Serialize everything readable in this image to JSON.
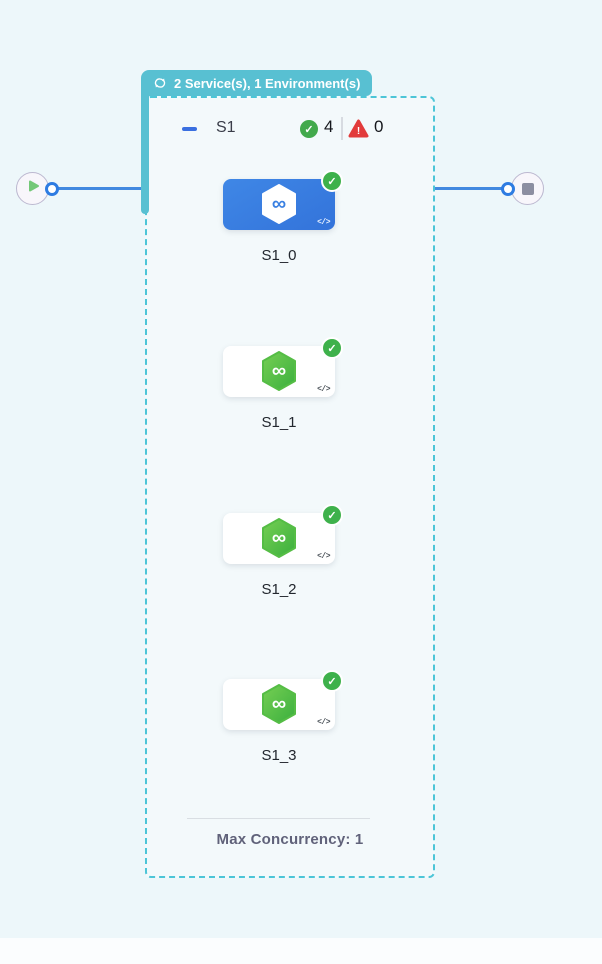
{
  "header_badge": {
    "label": "2 Service(s), 1 Environment(s)"
  },
  "stage_header": {
    "name": "S1",
    "success_count": "4",
    "failure_count": "0"
  },
  "nodes": [
    {
      "label": "S1_0",
      "status": "success",
      "selected": true
    },
    {
      "label": "S1_1",
      "status": "success",
      "selected": false
    },
    {
      "label": "S1_2",
      "status": "success",
      "selected": false
    },
    {
      "label": "S1_3",
      "status": "success",
      "selected": false
    }
  ],
  "footer": {
    "max_concurrency_label": "Max Concurrency: 1"
  },
  "icons": {
    "check_glyph": "✓",
    "warning_glyph": "!",
    "code_glyph": "</>",
    "infinity_glyph": "∞"
  },
  "colors": {
    "page_background": "#edf7fa",
    "accent_teal": "#58c0d2",
    "dashed_border": "#4cc5d7",
    "selected_node_blue": "#3a80e2",
    "node_green_start": "#76cf53",
    "node_green_end": "#3aaf3e",
    "success_green": "#42a94c",
    "error_red": "#e23b3b",
    "connector_blue": "#4289e0"
  }
}
